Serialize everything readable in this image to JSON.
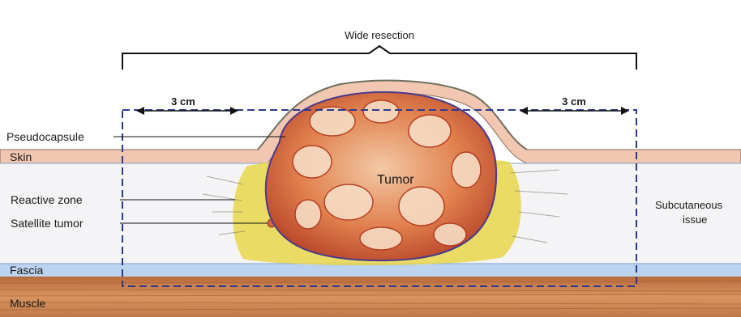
{
  "title": "Wide resection",
  "margin_left": "3 cm",
  "margin_right": "3 cm",
  "labels": {
    "pseudocapsule": "Pseudocapsule",
    "skin": "Skin",
    "reactive_zone": "Reactive zone",
    "satellite_tumor": "Satellite tumor",
    "fascia": "Fascia",
    "muscle": "Muscle",
    "tumor": "Tumor",
    "subcutaneous_line1": "Subcutaneous",
    "subcutaneous_line2": "issue"
  },
  "colors": {
    "skin": "#f2c7b2",
    "subcutaneous": "#f4f4f6",
    "fascia": "#bcd4ef",
    "muscle": "#c98250",
    "tumor": "#d9653a",
    "tumor_light": "#f6dcc4",
    "reactive_zone": "#e6d64a",
    "resection_box": "#2b3a8f"
  }
}
